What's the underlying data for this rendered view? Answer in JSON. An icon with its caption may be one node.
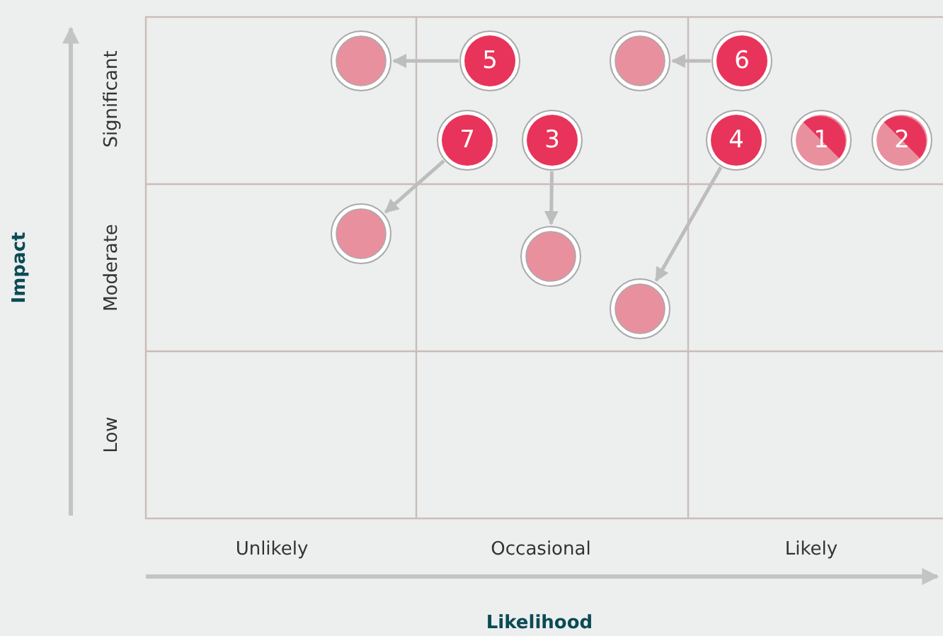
{
  "diagram": {
    "nodes": [
      {
        "text": [],
        "shape": "circle"
      },
      {
        "text": [
          "5"
        ]
      },
      {
        "text": [],
        "shape": "circle"
      },
      {
        "text": [
          "6"
        ]
      },
      {
        "text": [
          "7"
        ]
      },
      {
        "text": [
          "3"
        ]
      },
      {
        "text": [
          "4"
        ]
      },
      {
        "text": [
          "1"
        ]
      },
      {
        "text": [
          "2"
        ]
      },
      {
        "text": [],
        "shape": "circle"
      },
      {
        "text": [],
        "shape": "circle"
      },
      {
        "text": [],
        "shape": "circle"
      }
    ],
    "edges": [
      {
        "from": 1,
        "to": 0,
        "arrow": "to"
      },
      {
        "from": 3,
        "to": 2,
        "arrow": "to"
      },
      {
        "from": 4,
        "to": 9,
        "arrow": "to"
      },
      {
        "from": 5,
        "to": 10,
        "arrow": "to"
      },
      {
        "from": 6,
        "to": 11,
        "arrow": "to"
      }
    ],
    "labels": [
      "Significant",
      "Moderate",
      "Low",
      "Impact",
      "Unlikely",
      "Occasional",
      "Likely",
      "Likelihood"
    ]
  }
}
